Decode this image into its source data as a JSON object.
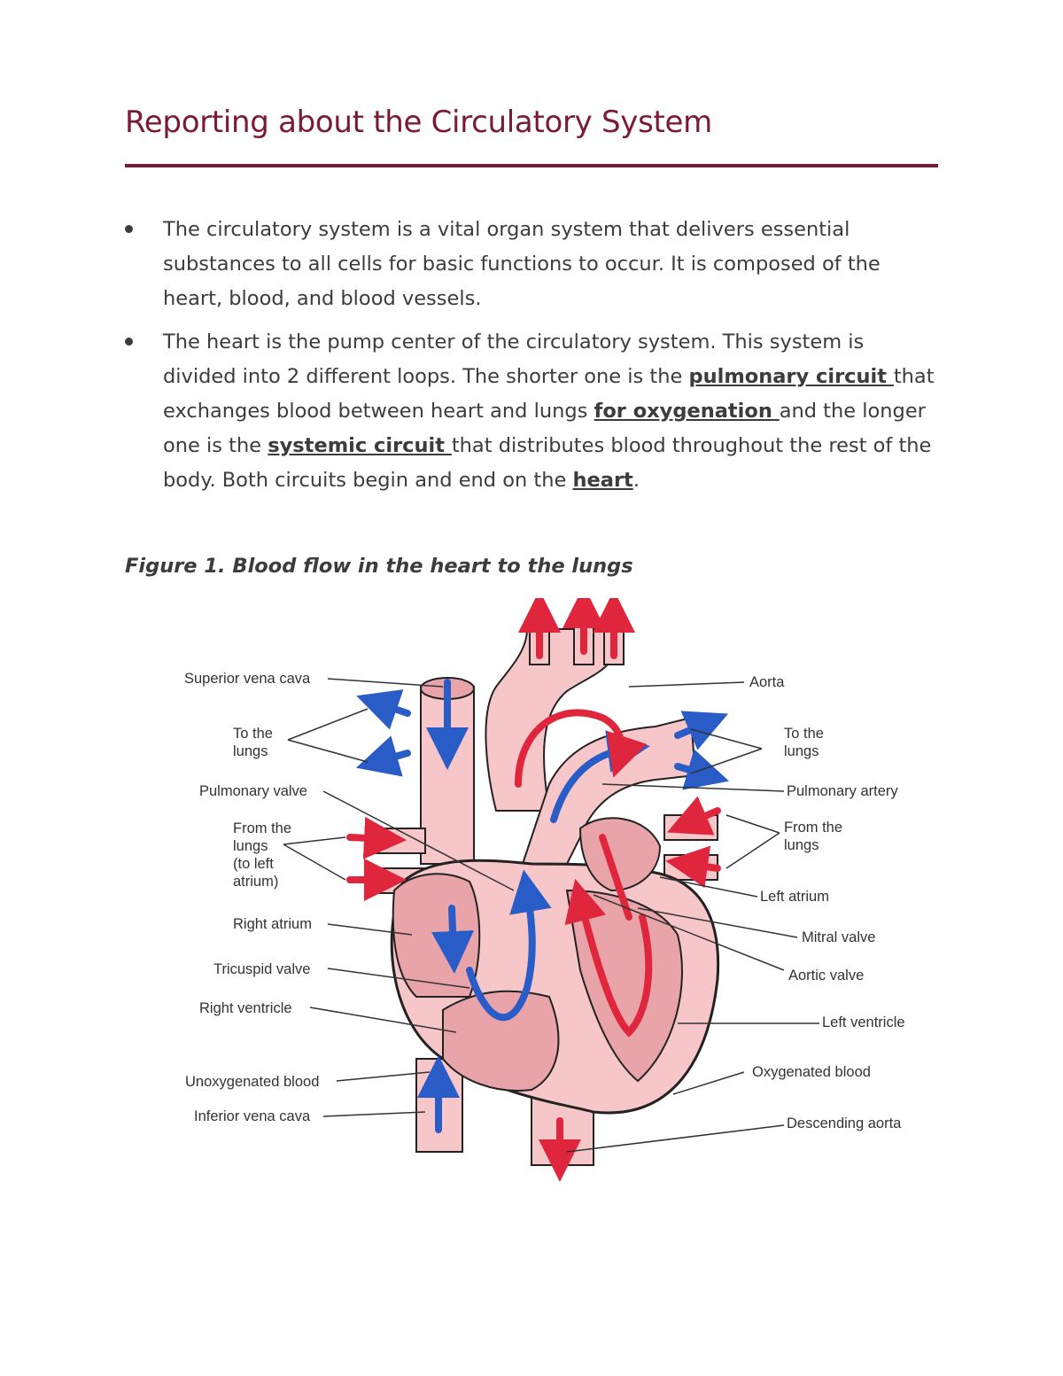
{
  "title": "Reporting about the Circulatory System",
  "bullets": [
    {
      "text": "The circulatory system is a vital organ system that delivers essential substances to all cells for basic functions to occur. It is composed of the heart, blood, and blood vessels."
    },
    {
      "parts": {
        "a": "The heart is the pump center of the circulatory system. This system is divided into 2 different loops. The shorter one is the ",
        "b": "pulmonary circuit ",
        "c": "that exchanges blood between heart and lungs ",
        "d": "for oxygenation ",
        "e": "and the longer one is the ",
        "f": "systemic circuit ",
        "g": "that distributes blood throughout the rest of the body. Both circuits begin and end on the ",
        "h": "heart",
        "i": "."
      }
    }
  ],
  "figure": {
    "caption": "Figure 1. Blood flow in the heart to the lungs",
    "labels": {
      "superior_vena_cava": "Superior vena cava",
      "to_lungs_left": "To the\nlungs",
      "pulmonary_valve": "Pulmonary valve",
      "from_lungs_left": "From the\nlungs\n(to left\natrium)",
      "right_atrium": "Right atrium",
      "tricuspid_valve": "Tricuspid valve",
      "right_ventricle": "Right ventricle",
      "unoxygenated_blood": "Unoxygenated blood",
      "inferior_vena_cava": "Inferior vena cava",
      "aorta": "Aorta",
      "to_lungs_right": "To the\nlungs",
      "pulmonary_artery": "Pulmonary artery",
      "from_lungs_right": "From the\nlungs",
      "left_atrium": "Left atrium",
      "mitral_valve": "Mitral valve",
      "aortic_valve": "Aortic valve",
      "left_ventricle": "Left ventricle",
      "oxygenated_blood": "Oxygenated blood",
      "descending_aorta": "Descending aorta"
    }
  },
  "colors": {
    "title": "#7b1a33",
    "tissue": "#f6c6c8",
    "tissue_dark": "#e8a4a8",
    "oxygenated": "#e0263c",
    "unoxygenated": "#2a5cc7"
  }
}
